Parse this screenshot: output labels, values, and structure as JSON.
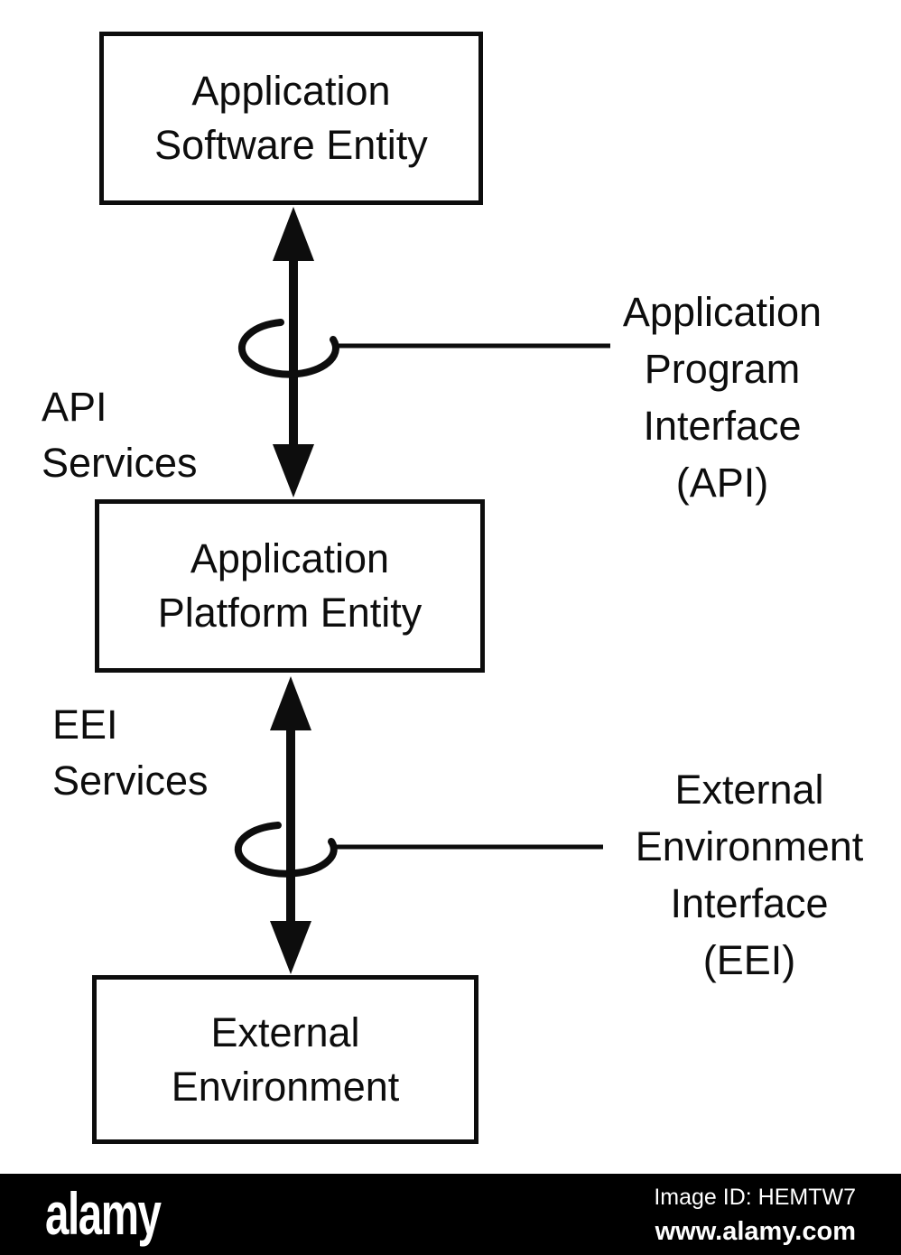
{
  "colors": {
    "ink": "#0d0d0d",
    "background": "#ffffff",
    "watermark_bar": "#000000",
    "watermark_text": "#ffffff"
  },
  "diagram": {
    "boxes": {
      "top": {
        "line1": "Application",
        "line2": "Software Entity"
      },
      "middle": {
        "line1": "Application",
        "line2": "Platform Entity"
      },
      "bottom": {
        "line1": "External",
        "line2": "Environment"
      }
    },
    "service_labels": {
      "api": {
        "line1": "API",
        "line2": "Services"
      },
      "eei": {
        "line1": "EEI",
        "line2": "Services"
      }
    },
    "interface_labels": {
      "api": {
        "line1": "Application",
        "line2": "Program",
        "line3": "Interface",
        "line4": "(API)"
      },
      "eei": {
        "line1": "External",
        "line2": "Environment",
        "line3": "Interface",
        "line4": "(EEI)"
      }
    }
  },
  "watermark": {
    "brand": "alamy",
    "image_id": "Image ID: HEMTW7",
    "url": "www.alamy.com"
  }
}
